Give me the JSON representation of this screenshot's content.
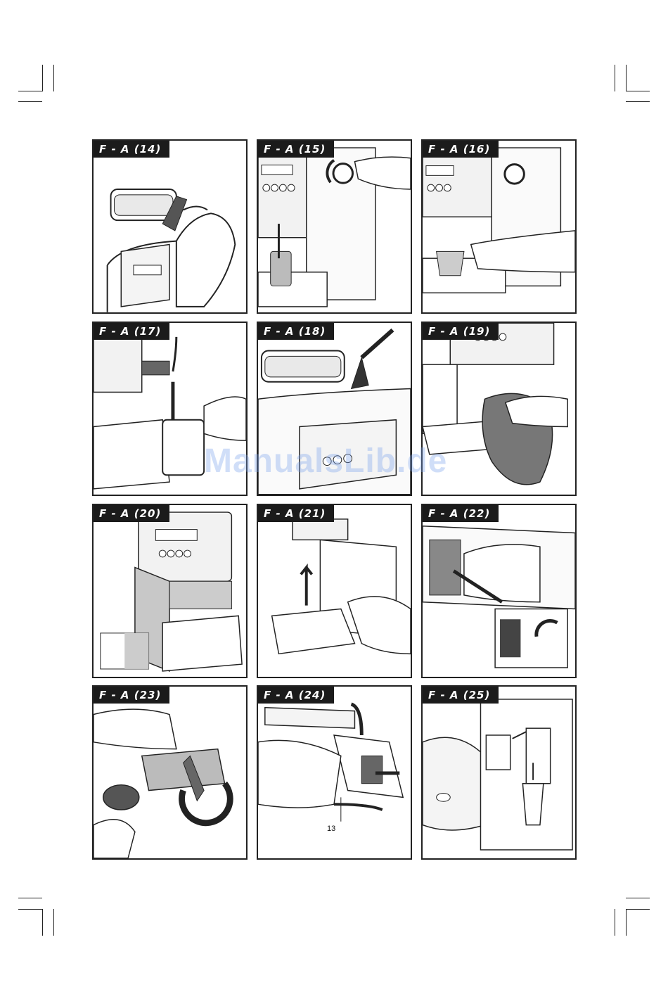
{
  "panels": [
    {
      "label": "F - A (14)"
    },
    {
      "label": "F - A (15)"
    },
    {
      "label": "F - A (16)"
    },
    {
      "label": "F - A (17)"
    },
    {
      "label": "F - A (18)"
    },
    {
      "label": "F - A (19)"
    },
    {
      "label": "F - A (20)"
    },
    {
      "label": "F - A (21)"
    },
    {
      "label": "F - A (22)"
    },
    {
      "label": "F - A (23)"
    },
    {
      "label": "F - A (24)"
    },
    {
      "label": "F - A (25)"
    }
  ],
  "callouts": {
    "part_13": "13"
  },
  "watermark": "ManualsLib.de"
}
